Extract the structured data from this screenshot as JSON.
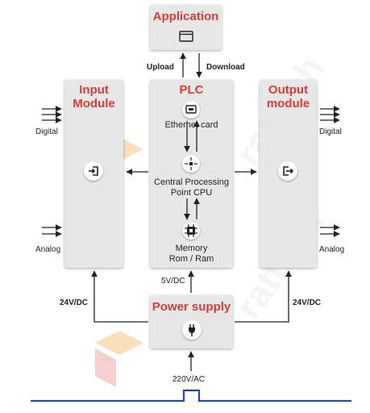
{
  "application": {
    "title": "Application",
    "icon": "window-icon"
  },
  "links": {
    "upload": "Upload",
    "download": "Download",
    "plc_power": "5V/DC",
    "left_power": "24V/DC",
    "right_power": "24V/DC",
    "mains": "220V/AC"
  },
  "input_module": {
    "title_line1": "Input",
    "title_line2": "Module",
    "icon": "login-icon",
    "digital": "Digital",
    "analog": "Analog"
  },
  "output_module": {
    "title_line1": "Output",
    "title_line2": "module",
    "icon": "logout-icon",
    "digital": "Digital",
    "analog": "Analog"
  },
  "plc": {
    "title": "PLC",
    "ethernet": "Ethernet card",
    "cpu_line1": "Central Processing",
    "cpu_line2": "Point CPU",
    "memory_line1": "Memory",
    "memory_line2": "Rom / Ram"
  },
  "power_supply": {
    "title": "Power supply",
    "icon": "plug-icon"
  },
  "watermark": "rattech",
  "colors": {
    "title_red": "#d93a3a",
    "box_gray": "#e7e7e7",
    "baseline_blue": "#1d4f9e",
    "logo_orange": "#f0a23a"
  }
}
